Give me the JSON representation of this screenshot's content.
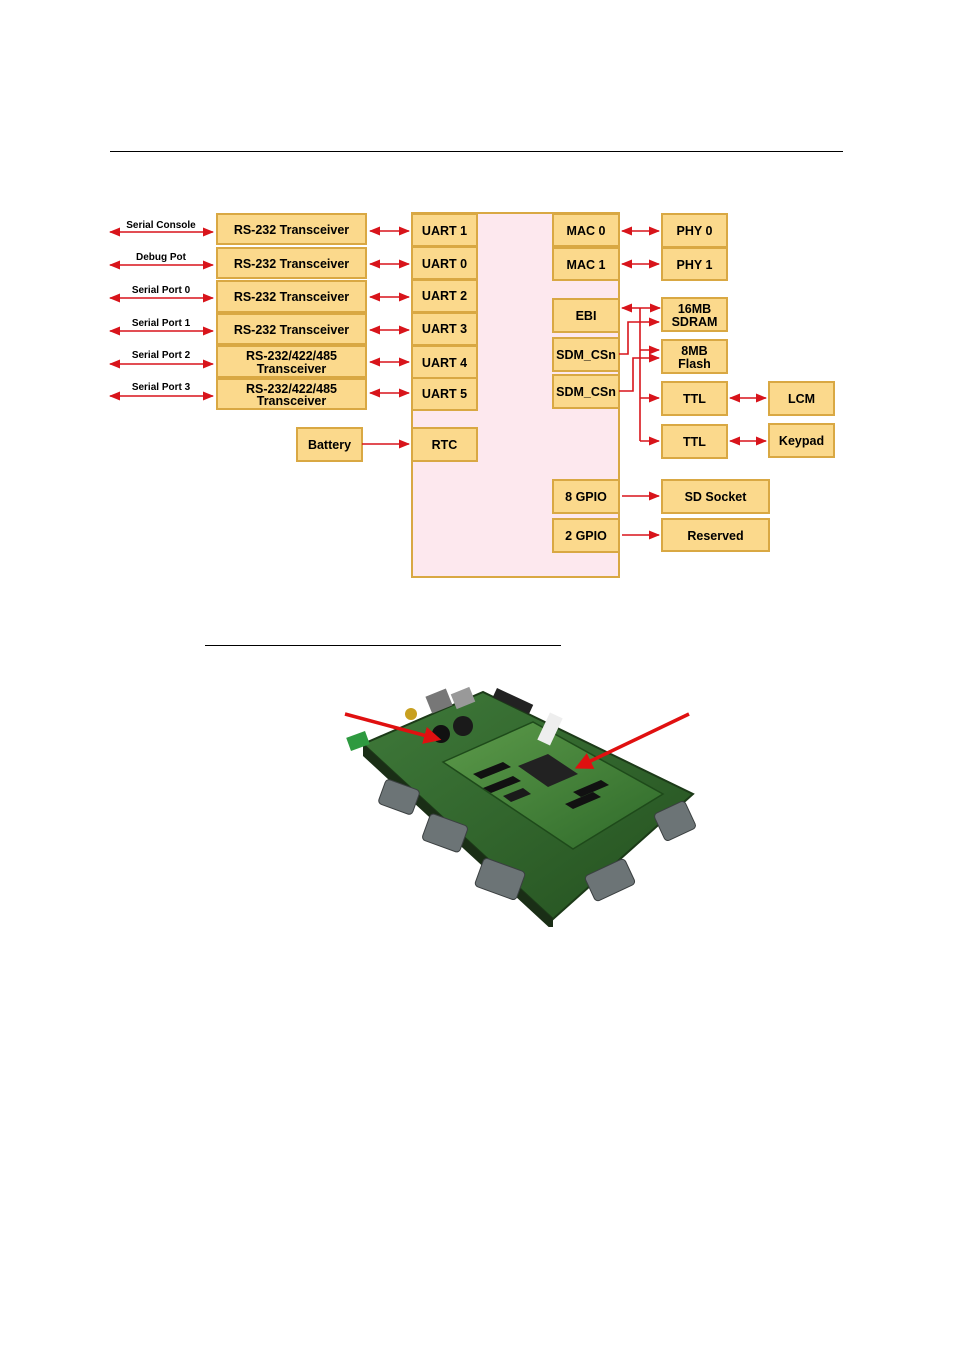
{
  "serial_ports": [
    {
      "port": "Serial Console",
      "transceiver": [
        "RS-232 Transceiver"
      ],
      "uart": "UART 1"
    },
    {
      "port": "Debug Pot",
      "transceiver": [
        "RS-232 Transceiver"
      ],
      "uart": "UART 0"
    },
    {
      "port": "Serial Port 0",
      "transceiver": [
        "RS-232 Transceiver"
      ],
      "uart": "UART 2"
    },
    {
      "port": "Serial Port 1",
      "transceiver": [
        "RS-232 Transceiver"
      ],
      "uart": "UART 3"
    },
    {
      "port": "Serial Port 2",
      "transceiver": [
        "RS-232/422/485",
        "Transceiver"
      ],
      "uart": "UART 4"
    },
    {
      "port": "Serial Port 3",
      "transceiver": [
        "RS-232/422/485",
        "Transceiver"
      ],
      "uart": "UART 5"
    }
  ],
  "battery": "Battery",
  "rtc": "RTC",
  "cpu_right": {
    "mac0": "MAC 0",
    "mac1": "MAC 1",
    "ebi": "EBI",
    "sdm1": "SDM_CSn",
    "sdm2": "SDM_CSn",
    "gpio8": "8 GPIO",
    "gpio2": "2 GPIO"
  },
  "peripherals": {
    "phy0": "PHY 0",
    "phy1": "PHY 1",
    "sdram": [
      "16MB",
      "SDRAM"
    ],
    "flash": [
      "8MB",
      "Flash"
    ],
    "ttl1": "TTL",
    "ttl2": "TTL",
    "lcm": "LCM",
    "keypad": "Keypad",
    "sd_socket": "SD Socket",
    "reserved": "Reserved"
  },
  "colors": {
    "box_fill": "#fbd98c",
    "box_border": "#d9a843",
    "cpu_fill": "#fde8ee",
    "arrow": "#d8141b"
  },
  "photo": {
    "subject": "embedded board with DB9 serial connectors",
    "arrows": 2
  }
}
